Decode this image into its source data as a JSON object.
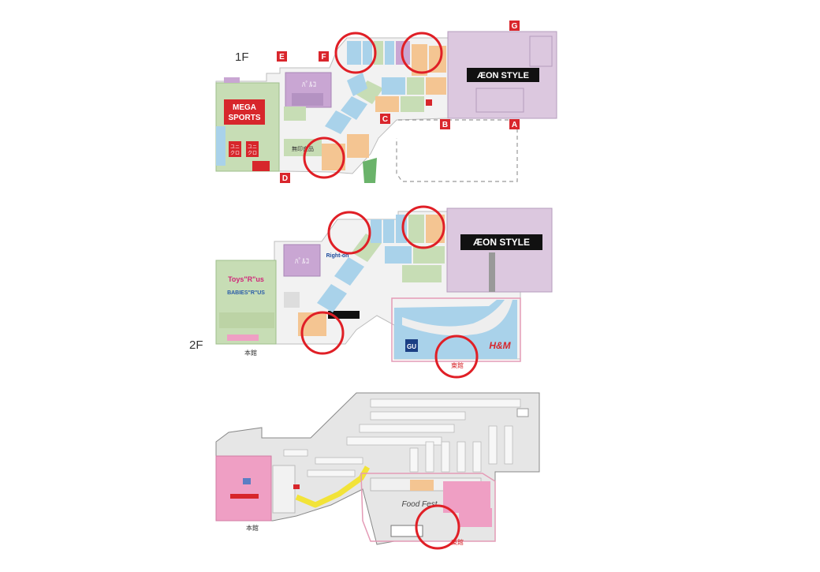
{
  "floors": [
    {
      "id": "1F",
      "label": "1F",
      "entrances": [
        "A",
        "B",
        "C",
        "D",
        "E",
        "F",
        "G"
      ],
      "stores": {
        "mega_sports": [
          "MEGA",
          "SPORTS"
        ],
        "aeon_style": "ÆON STYLE",
        "uniqlo": [
          "ユニ",
          "クロ"
        ],
        "uniqlo2": [
          "ユニ",
          "クロ"
        ],
        "muji": "無印良品",
        "pink": "ﾊﾟﾙｺ"
      }
    },
    {
      "id": "2F",
      "label": "2F",
      "building_label": "本館",
      "east_label": "東館",
      "stores": {
        "toysrus": "Toys\"R\"us",
        "babiesrus": "BABIES\"R\"US",
        "aeon_style": "ÆON STYLE",
        "right_on": "Right-on",
        "gu": "GU",
        "hm": "H&M",
        "pink": "ﾊﾟﾙｺ"
      }
    },
    {
      "id": "3F",
      "building_label": "本館",
      "east_label": "東館",
      "food_court": "Food Fest"
    }
  ],
  "colors": {
    "highlight_circle": "#e01f26",
    "entrance_marker": "#d9262c",
    "aeon": "#dcc8df",
    "green": "#c7ddb5",
    "blue": "#a9d2ea",
    "orange": "#f4c592",
    "purple": "#c9a6d3",
    "pink": "#ef9fc4",
    "parking": "#e6e6e6"
  }
}
